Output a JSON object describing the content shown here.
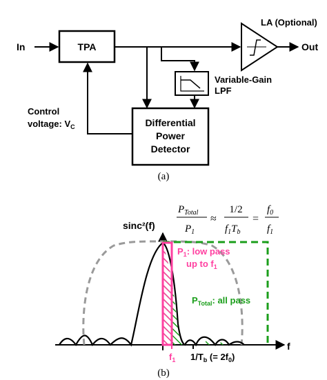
{
  "top_diagram": {
    "in_label": "In",
    "tpa_label": "TPA",
    "la_label": "LA (Optional)",
    "out_label": "Out",
    "lpf_label_line1": "Variable-Gain",
    "lpf_label_line2": "LPF",
    "control_line1": "Control",
    "control_line2": "voltage: V",
    "control_sub": "C",
    "detector_line1": "Differential",
    "detector_line2": "Power",
    "detector_line3": "Detector",
    "caption": "(a)"
  },
  "bottom_plot": {
    "y_label": "sinc²(f)",
    "x_label": "f",
    "tick_f1": "f",
    "tick_f1_sub": "1",
    "tick_1_over_tb": "1/T",
    "tick_1_over_tb_sub": "b",
    "tick_1_over_tb_rest": " (= 2f",
    "tick_1_over_tb_sub2": "0",
    "tick_1_over_tb_close": ")",
    "p1_annotation_line1": "P",
    "p1_annotation_sub": "1",
    "p1_annotation_rest": ": low pass",
    "p1_annotation_line2": "up to f",
    "p1_annotation_line2_sub": "1",
    "ptotal_annotation": "P",
    "ptotal_annotation_sub": "Total",
    "ptotal_annotation_rest": ": all pass",
    "caption": "(b)",
    "formula": {
      "num1": "P",
      "num1_sub": "Total",
      "den1": "P",
      "den1_sub": "1",
      "approx": "≈",
      "num2": "1/2",
      "den2": "f",
      "den2_sub1": "1",
      "den2_t": "T",
      "den2_sub2": "b",
      "eq": "=",
      "num3": "f",
      "num3_sub": "0",
      "den3": "f",
      "den3_sub": "1"
    }
  },
  "colors": {
    "pink": "#ff3fa0",
    "green": "#1a9e1a",
    "gray_dashed": "#9a9a9a",
    "black": "#000000"
  }
}
